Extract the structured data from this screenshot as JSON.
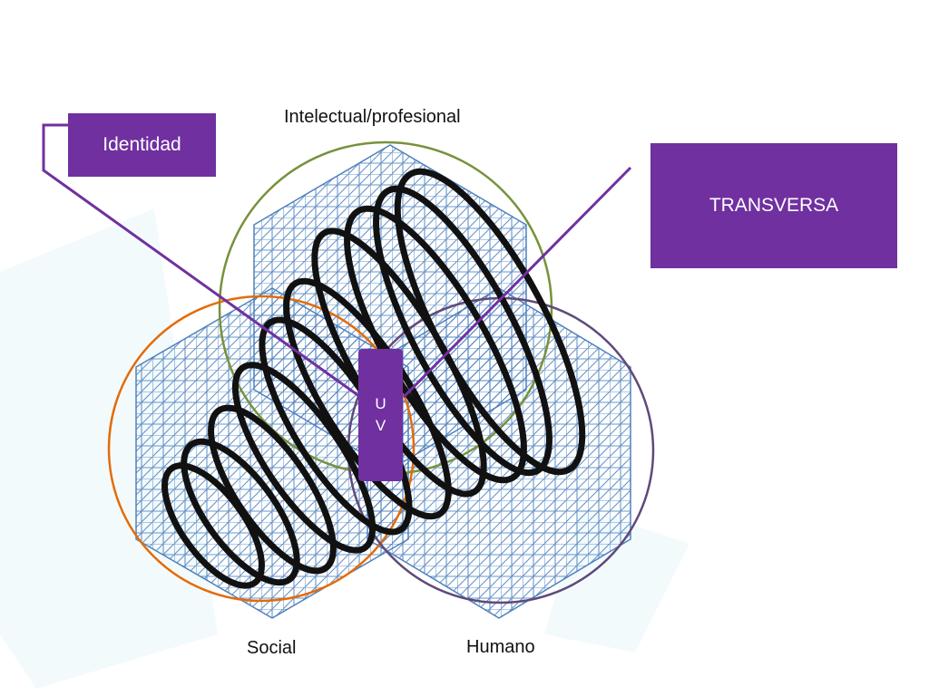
{
  "labels": {
    "intelectual": "Intelectual/profesional",
    "social": "Social",
    "humano": "Humano"
  },
  "boxes": {
    "identidad": "Identidad",
    "transversa": "TRANSVERSA",
    "uv_line1": "U",
    "uv_line2": "V"
  },
  "colors": {
    "accent_purple": "#7030a0",
    "circle_intelectual": "#76923c",
    "circle_social": "#e36c09",
    "circle_humano": "#5f497a",
    "grid_blue": "#4f81bd",
    "spiral_black": "#111111"
  }
}
